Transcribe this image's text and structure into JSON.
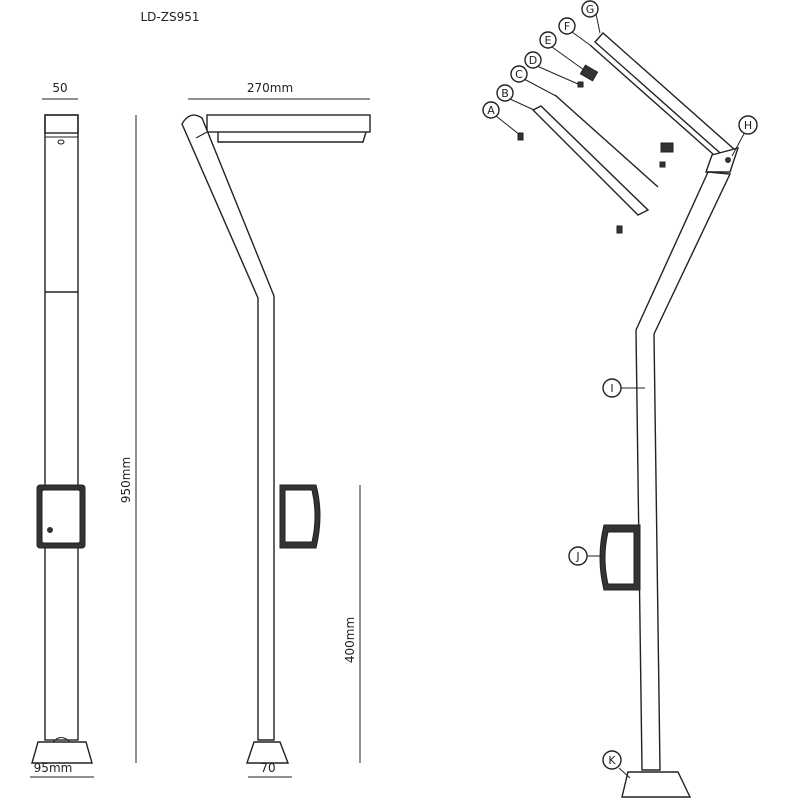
{
  "title": "LD-ZS951",
  "front_view": {
    "top_width": "50",
    "base_width": "95mm",
    "height": "950mm"
  },
  "side_view": {
    "head_length": "270mm",
    "base_width": "70",
    "socket_height": "400mm"
  },
  "exploded_view": {
    "part_labels": [
      "A",
      "B",
      "C",
      "D",
      "E",
      "F",
      "G",
      "H",
      "I",
      "J",
      "K"
    ]
  }
}
